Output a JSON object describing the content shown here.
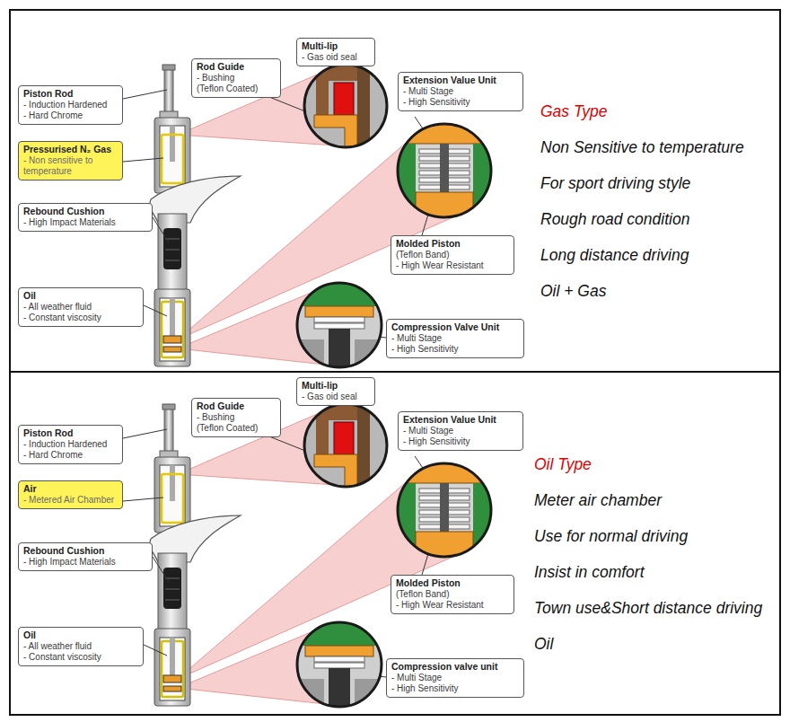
{
  "diagram": {
    "nodes": [
      {
        "text": [
          "Gas Type",
          "Non Sensitive to temperature",
          "For sport driving style",
          "Rough road condition",
          "Long distance driving",
          "Oil + Gas"
        ]
      },
      {
        "text": [
          "Multi-lip",
          "- Gas oid seal"
        ],
        "in": 0
      },
      {
        "text": [
          "Rod Guide",
          "- Bushing",
          "(Teflon Coated)"
        ],
        "in": 0
      },
      {
        "text": [
          "Extension Value Unit",
          "- Multi Stage",
          "- High Sensitivity"
        ],
        "in": 0
      },
      {
        "text": [
          "Piston Rod",
          "- Induction Hardened",
          "- Hard Chrome"
        ],
        "in": 0
      },
      {
        "text": [
          "Pressurised N₂ Gas",
          "- Non sensitive to temperature"
        ],
        "in": 0
      },
      {
        "text": [
          "Rebound Cushion",
          "- High Impact Materials"
        ],
        "in": 0
      },
      {
        "text": [
          "Molded Piston",
          "(Teflon Band)",
          "- High Wear Resistant"
        ],
        "in": 0
      },
      {
        "text": [
          "Oil",
          "- All weather fluid",
          "- Constant viscosity"
        ],
        "in": 0
      },
      {
        "text": [
          "Compression Valve Unit",
          "- Multi Stage",
          "- High Sensitivity"
        ],
        "in": 0
      },
      {
        "text": [
          "Oil Type",
          "Meter air chamber",
          "Use for normal driving",
          "Insist in comfort",
          "Town use&Short distance driving",
          "Oil"
        ]
      },
      {
        "text": [
          "Multi-lip",
          "- Gas oid seal"
        ],
        "in": 10
      },
      {
        "text": [
          "Rod Guide",
          "- Bushing",
          "(Teflon Coated)"
        ],
        "in": 10
      },
      {
        "text": [
          "Extension Value Unit",
          "- Multi Stage",
          "- High Sensitivity"
        ],
        "in": 10
      },
      {
        "text": [
          "Piston Rod",
          "- Induction Hardened",
          "- Hard Chrome"
        ],
        "in": 10
      },
      {
        "text": [
          "Air",
          "- Metered Air Chamber"
        ],
        "in": 10
      },
      {
        "text": [
          "Rebound Cushion",
          "- High Impact Materials"
        ],
        "in": 10
      },
      {
        "text": [
          "Molded Piston",
          "(Teflon Band)",
          "- High Wear Resistant"
        ],
        "in": 10
      },
      {
        "text": [
          "Oil",
          "- All weather fluid",
          "- Constant viscosity"
        ],
        "in": 10
      },
      {
        "text": [
          "Compression valve unit",
          "- Multi Stage",
          "- High Sensitivity"
        ],
        "in": 10
      }
    ]
  }
}
